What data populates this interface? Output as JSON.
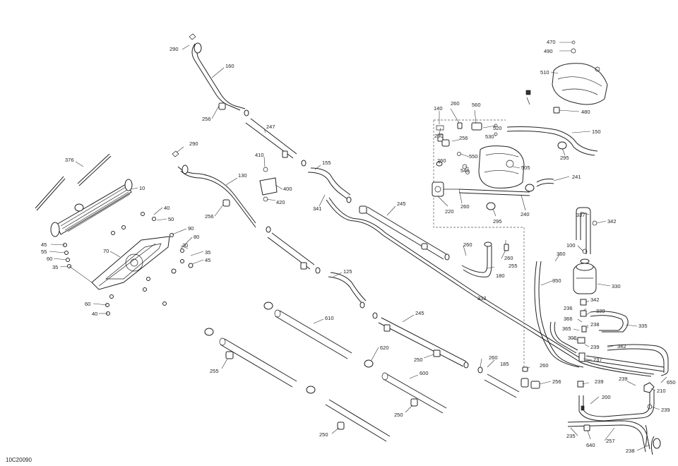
{
  "diagram_code": "10C20090",
  "labels": [
    "290",
    "160",
    "256",
    "247",
    "290",
    "130",
    "256",
    "410",
    "400",
    "420",
    "155",
    "341",
    "245",
    "376",
    "10",
    "40",
    "50",
    "90",
    "80",
    "30",
    "35",
    "45",
    "45",
    "55",
    "60",
    "35",
    "70",
    "60",
    "40",
    "140",
    "260",
    "560",
    "230",
    "256",
    "520",
    "530",
    "550",
    "540",
    "505",
    "260",
    "220",
    "260",
    "295",
    "240",
    "470",
    "490",
    "510",
    "480",
    "150",
    "295",
    "241",
    "260",
    "180",
    "255",
    "260",
    "337",
    "342",
    "100",
    "360",
    "330",
    "350",
    "342",
    "339",
    "236",
    "366",
    "238",
    "365",
    "335",
    "306",
    "239",
    "342",
    "237",
    "332",
    "125",
    "245",
    "610",
    "620",
    "600",
    "250",
    "250",
    "255",
    "250",
    "260",
    "185",
    "260",
    "256",
    "239",
    "200",
    "239",
    "210",
    "650",
    "239",
    "235",
    "257",
    "640",
    "238"
  ]
}
